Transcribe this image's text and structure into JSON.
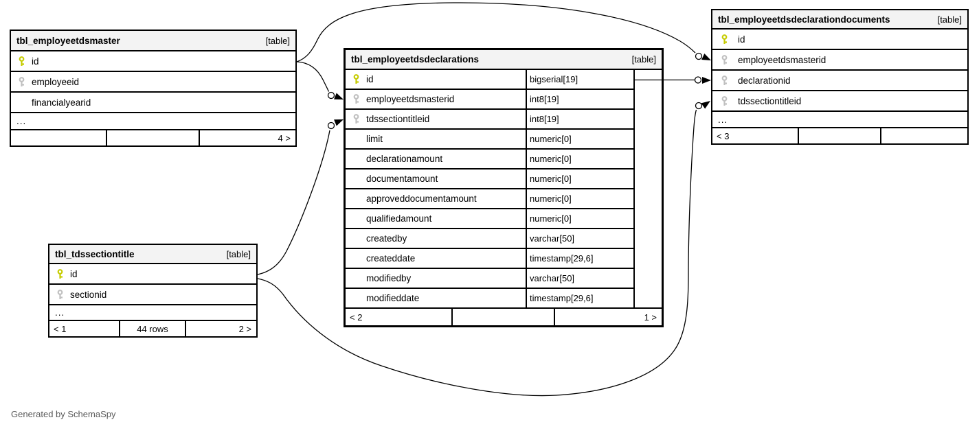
{
  "footer_note": "Generated by SchemaSpy",
  "colors": {
    "pk_key": "#c6cc00",
    "fk_key": "#c0c0c0",
    "header_bg": "#f3f3f3"
  },
  "tables": {
    "master": {
      "name": "tbl_employeetdsmaster",
      "tag": "[table]",
      "columns": [
        {
          "name": "id",
          "key": "pk"
        },
        {
          "name": "employeeid",
          "key": "fk"
        },
        {
          "name": "financialyearid",
          "key": "none"
        },
        {
          "name": "..."
        }
      ],
      "footer": {
        "left": "",
        "center": "",
        "right": "4 >"
      }
    },
    "declarations": {
      "name": "tbl_employeetdsdeclarations",
      "tag": "[table]",
      "columns": [
        {
          "name": "id",
          "key": "pk",
          "type": "bigserial[19]"
        },
        {
          "name": "employeetdsmasterid",
          "key": "fk",
          "type": "int8[19]"
        },
        {
          "name": "tdssectiontitleid",
          "key": "fk",
          "type": "int8[19]"
        },
        {
          "name": "limit",
          "key": "none",
          "type": "numeric[0]"
        },
        {
          "name": "declarationamount",
          "key": "none",
          "type": "numeric[0]"
        },
        {
          "name": "documentamount",
          "key": "none",
          "type": "numeric[0]"
        },
        {
          "name": "approveddocumentamount",
          "key": "none",
          "type": "numeric[0]"
        },
        {
          "name": "qualifiedamount",
          "key": "none",
          "type": "numeric[0]"
        },
        {
          "name": "createdby",
          "key": "none",
          "type": "varchar[50]"
        },
        {
          "name": "createddate",
          "key": "none",
          "type": "timestamp[29,6]"
        },
        {
          "name": "modifiedby",
          "key": "none",
          "type": "varchar[50]"
        },
        {
          "name": "modifieddate",
          "key": "none",
          "type": "timestamp[29,6]"
        }
      ],
      "footer": {
        "left": "< 2",
        "center": "",
        "right": "1 >"
      }
    },
    "documents": {
      "name": "tbl_employeetdsdeclarationdocuments",
      "tag": "[table]",
      "columns": [
        {
          "name": "id",
          "key": "pk"
        },
        {
          "name": "employeetdsmasterid",
          "key": "fk"
        },
        {
          "name": "declarationid",
          "key": "fk"
        },
        {
          "name": "tdssectiontitleid",
          "key": "fk"
        },
        {
          "name": "..."
        }
      ],
      "footer": {
        "left": "< 3",
        "center": "",
        "right": ""
      }
    },
    "sectiontitle": {
      "name": "tbl_tdssectiontitle",
      "tag": "[table]",
      "columns": [
        {
          "name": "id",
          "key": "pk"
        },
        {
          "name": "sectionid",
          "key": "fk"
        },
        {
          "name": "..."
        }
      ],
      "footer": {
        "left": "< 1",
        "center": "44 rows",
        "right": "2 >"
      }
    }
  },
  "relationships": [
    {
      "from": "tbl_employeetdsmaster.id",
      "to": "tbl_employeetdsdeclarations.employeetdsmasterid"
    },
    {
      "from": "tbl_employeetdsmaster.id",
      "to": "tbl_employeetdsdeclarationdocuments.employeetdsmasterid"
    },
    {
      "from": "tbl_employeetdsdeclarations.id",
      "to": "tbl_employeetdsdeclarationdocuments.declarationid"
    },
    {
      "from": "tbl_tdssectiontitle.id",
      "to": "tbl_employeetdsdeclarations.tdssectiontitleid"
    },
    {
      "from": "tbl_tdssectiontitle.id",
      "to": "tbl_employeetdsdeclarationdocuments.tdssectiontitleid"
    }
  ]
}
